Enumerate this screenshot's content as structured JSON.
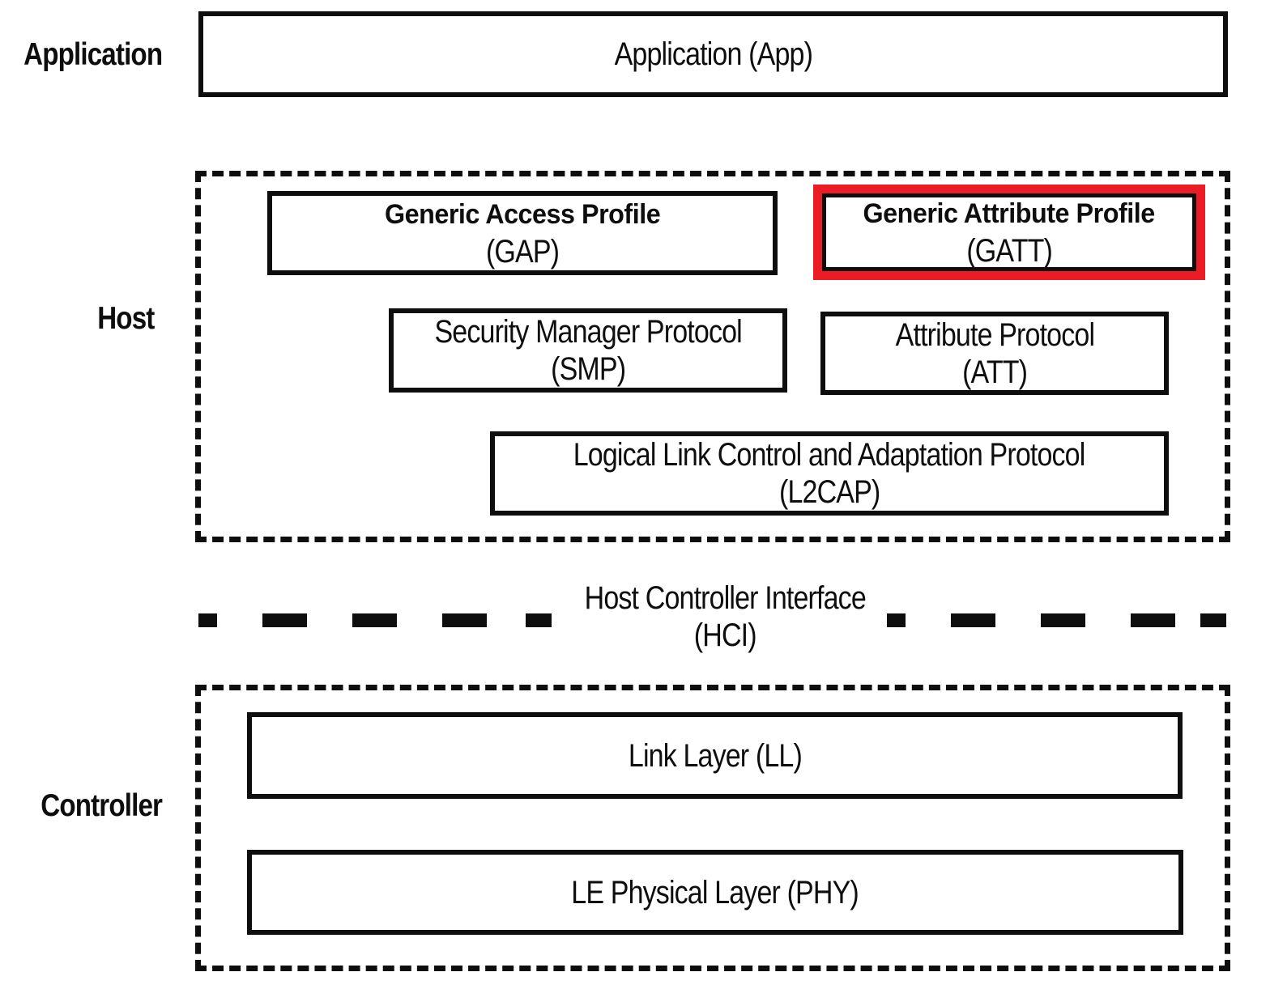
{
  "colors": {
    "highlight_red": "#EC1C24",
    "ink": "#0E0E0E",
    "background": "#FFFFFF"
  },
  "side_labels": {
    "application": "Application",
    "host": "Host",
    "controller": "Controller"
  },
  "boxes": {
    "app": {
      "title": "Application (App)"
    },
    "gap": {
      "title": "Generic Access Profile",
      "abbr": "(GAP)"
    },
    "gatt": {
      "title": "Generic Attribute Profile",
      "abbr": "(GATT)"
    },
    "smp": {
      "title": "Security Manager Protocol",
      "abbr": "(SMP)"
    },
    "att": {
      "title": "Attribute Protocol",
      "abbr": "(ATT)"
    },
    "l2cap": {
      "title": "Logical Link Control and Adaptation Protocol",
      "abbr": "(L2CAP)"
    },
    "hci": {
      "title": "Host Controller Interface",
      "abbr": "(HCI)"
    },
    "ll": {
      "title": "Link Layer (LL)"
    },
    "phy": {
      "title": "LE Physical Layer (PHY)"
    }
  }
}
